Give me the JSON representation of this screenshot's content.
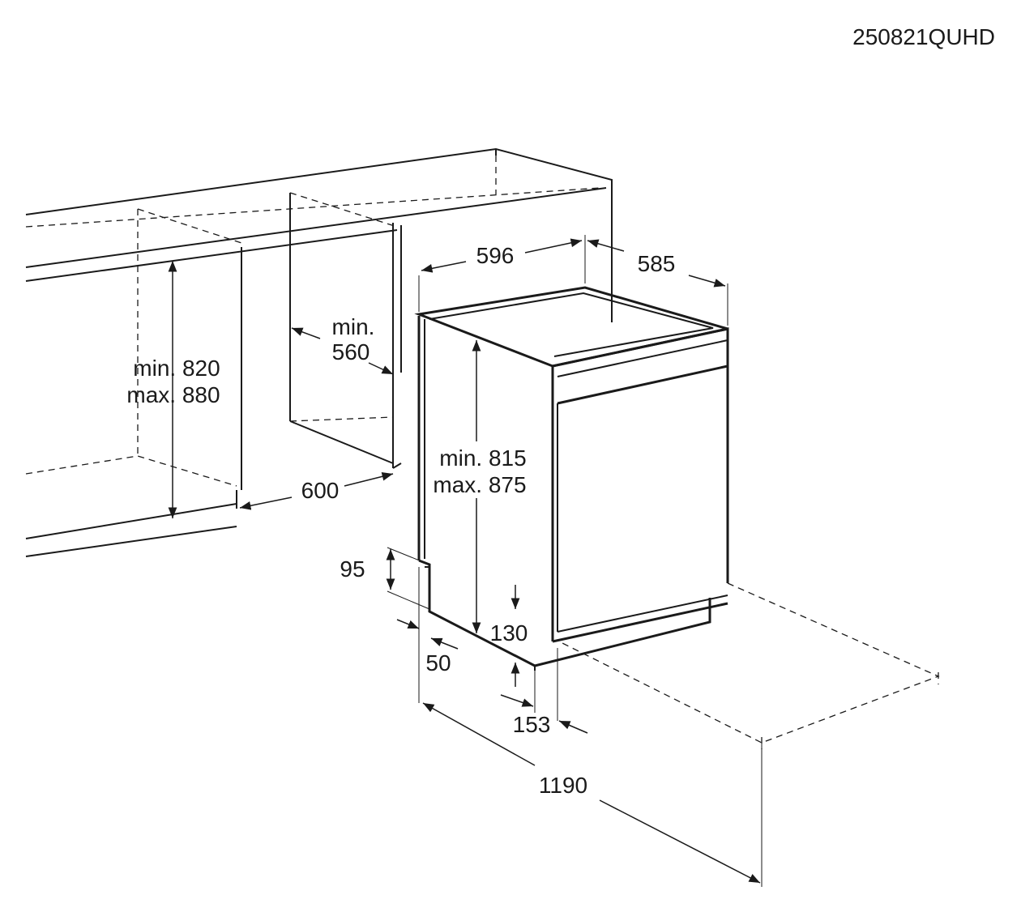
{
  "model_code": "250821QUHD",
  "dimensions": {
    "cabinet_height_min": "min. 820",
    "cabinet_height_max": "max. 880",
    "niche_width_min": "min.",
    "niche_width_val": "560",
    "niche_depth": "600",
    "appliance_width": "596",
    "appliance_depth": "585",
    "appliance_height_min": "min. 815",
    "appliance_height_max": "max. 875",
    "plinth_height": "95",
    "plinth_recess": "50",
    "foot_height": "130",
    "door_offset": "153",
    "total_depth_open": "1190"
  }
}
